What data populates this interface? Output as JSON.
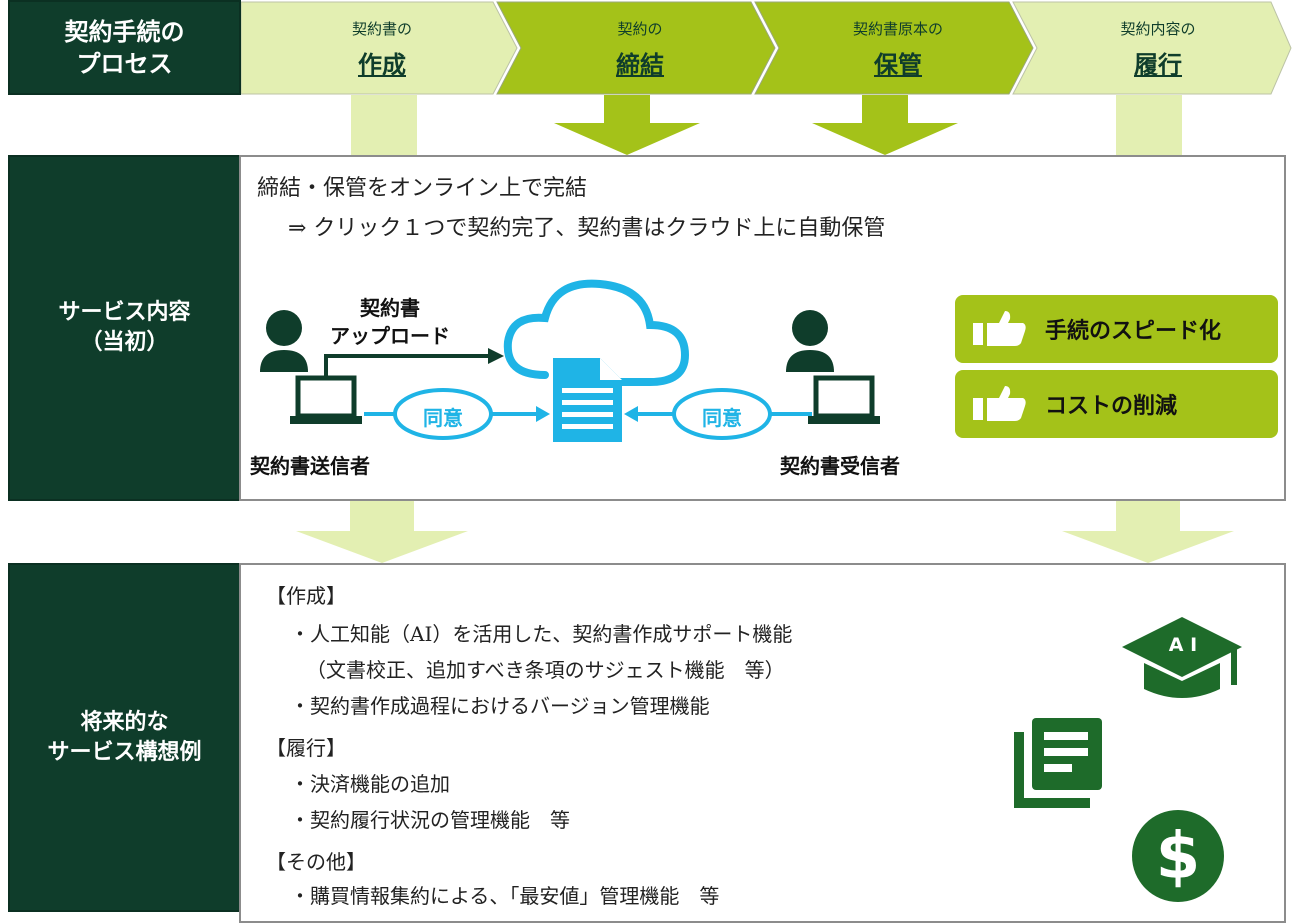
{
  "process_header": "契約手続の\nプロセス",
  "steps": [
    {
      "small": "契約書の",
      "large": "作成"
    },
    {
      "small": "契約の",
      "large": "締結"
    },
    {
      "small": "契約書原本の",
      "large": "保管"
    },
    {
      "small": "契約内容の",
      "large": "履行"
    }
  ],
  "service_header": "サービス内容\n（当初）",
  "service": {
    "line1": "締結・保管をオンライン上で完結",
    "line2": "⇒ クリック１つで契約完了、契約書はクラウド上に自動保管",
    "upload_label": "契約書\nアップロード",
    "agree_left": "同意",
    "agree_right": "同意",
    "sender": "契約書送信者",
    "receiver": "契約書受信者",
    "benefit1": "手続のスピード化",
    "benefit2": "コストの削減"
  },
  "future_header": "将来的な\nサービス構想例",
  "future": {
    "create_head": "【作成】",
    "create_1": "・人工知能（AI）を活用した、契約書作成サポート機能",
    "create_2": "（文書校正、追加すべき条項のサジェスト機能　等）",
    "create_3": "・契約書作成過程におけるバージョン管理機能",
    "perform_head": "【履行】",
    "perform_1": "・決済機能の追加",
    "perform_2": "・契約履行状況の管理機能　等",
    "other_head": "【その他】",
    "other_1": "・購買情報集約による、「最安値」管理機能　等",
    "ai_icon_text": "A I"
  },
  "colors": {
    "dark_green": "#0f3d2b",
    "pale_green": "#e3efb2",
    "lime": "#a4c219",
    "cyan": "#1fb4e6",
    "icon_green": "#1e6b2a"
  }
}
